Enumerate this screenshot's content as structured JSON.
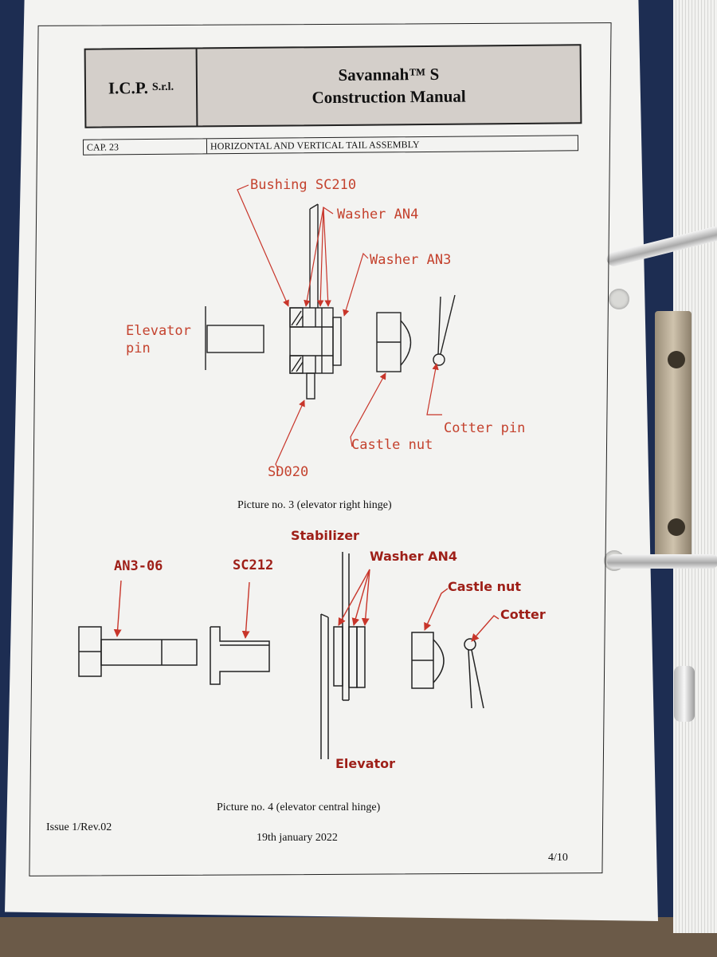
{
  "header": {
    "company": "I.C.P.",
    "company_suffix": "S.r.l.",
    "title_line1": "Savannah™ S",
    "title_line2": "Construction Manual"
  },
  "chapter": {
    "number": "CAP. 23",
    "title": "HORIZONTAL AND VERTICAL TAIL ASSEMBLY"
  },
  "figure3": {
    "labels": {
      "bushing": "Bushing SC210",
      "washer_an4": "Washer AN4",
      "washer_an3": "Washer AN3",
      "elevator_pin_1": "Elevator",
      "elevator_pin_2": "pin",
      "cotter_pin": "Cotter pin",
      "castle_nut": "Castle nut",
      "sd020": "SD020"
    },
    "caption": "Picture no. 3 (elevator right hinge)"
  },
  "figure4": {
    "labels": {
      "stabilizer": "Stabilizer",
      "washer_an4": "Washer AN4",
      "an3_06": "AN3-06",
      "sc212": "SC212",
      "castle_nut": "Castle nut",
      "cotter": "Cotter",
      "elevator": "Elevator"
    },
    "caption": "Picture no. 4 (elevator central hinge)"
  },
  "footer": {
    "issue": "Issue 1/Rev.02",
    "date": "19th january 2022",
    "page": "4/10"
  },
  "colors": {
    "annotation_red": "#c4422e",
    "annotation_dark_red": "#9e1f18",
    "header_fill": "#d4cfca"
  }
}
